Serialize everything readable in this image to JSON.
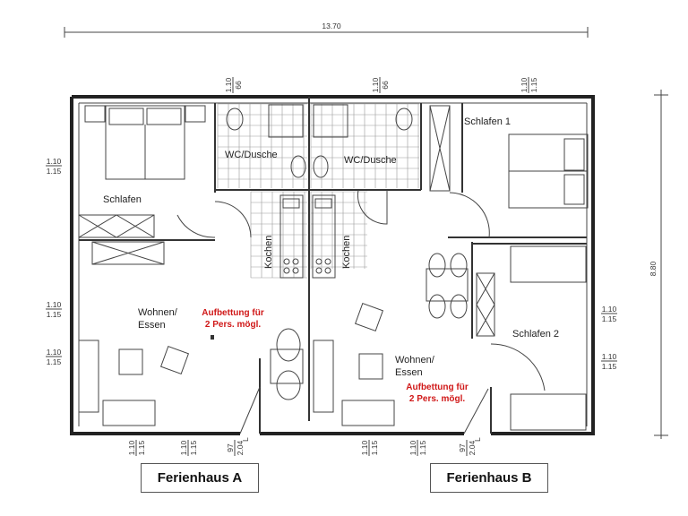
{
  "overall": {
    "width_label": "13.70",
    "depth_label": "8.80"
  },
  "house_a": {
    "caption": "Ferienhaus A",
    "rooms": {
      "bedroom": "Schlafen",
      "bath": "WC/Dusche",
      "kitchen": "Kochen",
      "living_1": "Wohnen/",
      "living_2": "Essen"
    },
    "note_1": "Aufbettung für",
    "note_2": "2 Pers. mögl."
  },
  "house_b": {
    "caption": "Ferienhaus B",
    "rooms": {
      "bedroom1": "Schlafen 1",
      "bedroom2": "Schlafen 2",
      "bath": "WC/Dusche",
      "kitchen": "Kochen",
      "living_1": "Wohnen/",
      "living_2": "Essen"
    },
    "note_1": "Aufbettung für",
    "note_2": "2 Pers. mögl."
  },
  "dims": {
    "top": [
      {
        "a": "1.10",
        "b": "66"
      },
      {
        "a": "1.10",
        "b": "66"
      },
      {
        "a": "1.10",
        "b": "1.15"
      }
    ],
    "left": [
      {
        "a": "1.10",
        "b": "1.15"
      },
      {
        "a": "1.10",
        "b": "1.15"
      },
      {
        "a": "1.10",
        "b": "1.15"
      }
    ],
    "right": [
      {
        "a": "1.10",
        "b": "1.15"
      },
      {
        "a": "1.10",
        "b": "1.15"
      }
    ],
    "bottom": [
      {
        "a": "1.10",
        "b": "1.15"
      },
      {
        "a": "1.10",
        "b": "1.15"
      },
      {
        "a": "97",
        "b": "2.04"
      },
      {
        "a": "1.10",
        "b": "1.15"
      },
      {
        "a": "1.10",
        "b": "1.15"
      },
      {
        "a": "97",
        "b": "2.04"
      }
    ],
    "door_mark": "L"
  }
}
